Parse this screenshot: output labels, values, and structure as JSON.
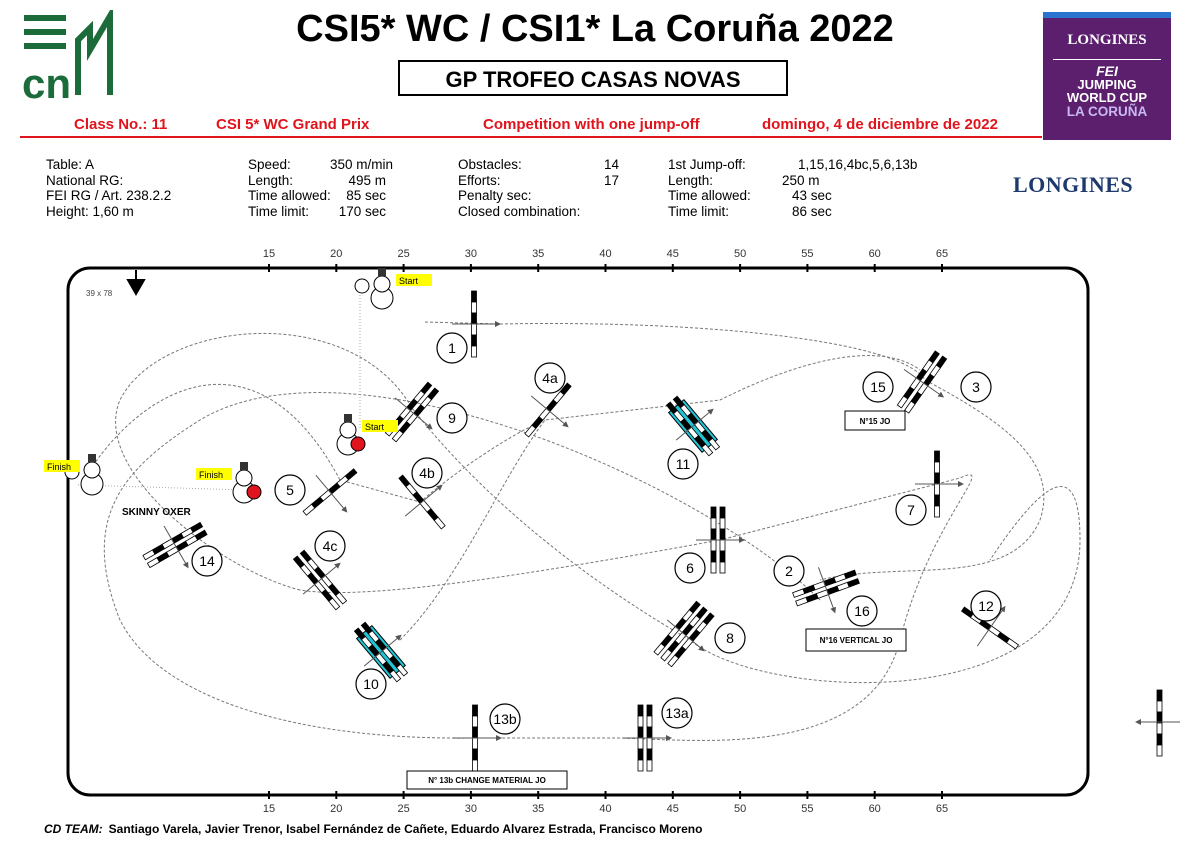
{
  "header": {
    "logo_text": "cn",
    "title": "CSI5* WC / CSI1* La Coruña 2022",
    "subtitle": "GP TROFEO CASAS NOVAS",
    "class_no": "Class No.: 11",
    "class_name": "CSI 5* WC Grand Prix",
    "competition": "Competition with one jump-off",
    "date": "domingo, 4 de diciembre de 2022",
    "sponsor_badge": {
      "brand": "LONGINES",
      "fei": "FEI",
      "line1": "JUMPING",
      "line2": "WORLD CUP",
      "line3": "LA CORUÑA"
    },
    "sponsor_logo": "LONGINES"
  },
  "info": {
    "col1": [
      "Table: A",
      "National RG:",
      "FEI RG / Art. 238.2.2",
      "Height: 1,60 m"
    ],
    "col2_labels": [
      "Speed:",
      "Length:",
      "Time allowed:",
      "Time limit:"
    ],
    "col2_values": [
      "350 m/min",
      "495 m",
      "85 sec",
      "170 sec"
    ],
    "col3_labels": [
      "Obstacles:",
      "Efforts:",
      "Penalty sec:",
      "Closed combination:"
    ],
    "col3_values": [
      "14",
      "17",
      "",
      ""
    ],
    "col4_labels": [
      "1st Jump-off:",
      "Length:",
      "Time allowed:",
      "Time limit:"
    ],
    "col4_values": [
      "1,15,16,4bc,5,6,13b",
      "250 m",
      "43 sec",
      "86 sec"
    ]
  },
  "arena": {
    "size": "39 x 78",
    "scale_ticks": [
      "15",
      "20",
      "25",
      "30",
      "35",
      "40",
      "45",
      "50",
      "55",
      "60",
      "65"
    ],
    "start": "Start",
    "finish": "Finish",
    "skinny_label": "SKINNY OXER",
    "signs": {
      "s15": "N°15 JO",
      "s16": "N°16 VERTICAL JO",
      "s13b": "N° 13b CHANGE MATERIAL JO"
    },
    "obstacles": [
      "1",
      "2",
      "3",
      "4a",
      "4b",
      "4c",
      "5",
      "6",
      "7",
      "8",
      "9",
      "10",
      "11",
      "12",
      "13a",
      "13b",
      "14",
      "15",
      "16"
    ],
    "colors": {
      "water": "#22c4d4",
      "start_ball": "#e0141c",
      "label_bg": "#ffff00"
    }
  },
  "footer": {
    "team_label": "CD TEAM:",
    "team": "Santiago Varela,  Javier Trenor, Isabel Fernández de Cañete,  Eduardo Alvarez Estrada, Francisco Moreno"
  }
}
